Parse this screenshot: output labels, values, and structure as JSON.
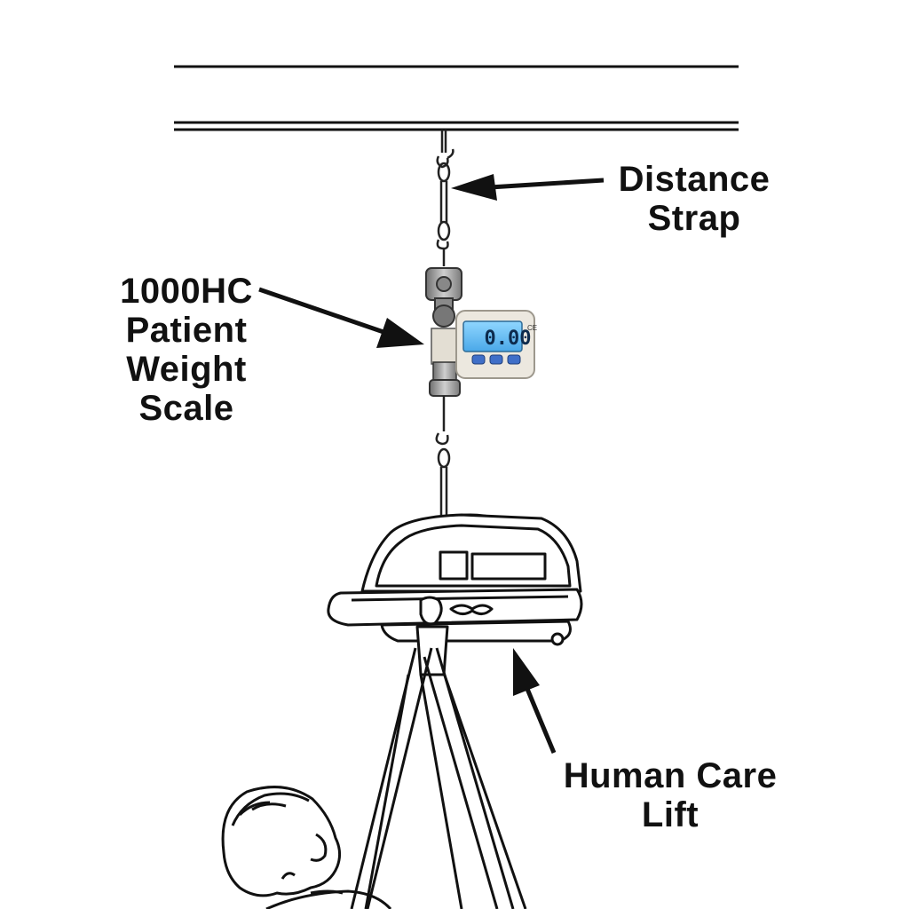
{
  "labels": {
    "distance_strap": [
      "Distance",
      "Strap"
    ],
    "scale": [
      "1000HC",
      "Patient",
      "Weight",
      "Scale"
    ],
    "lift": [
      "Human Care",
      "Lift"
    ]
  },
  "scale_display": {
    "reading": "0.00",
    "mark": "CE",
    "lcd_color": "#58b8f0",
    "button_color": "#3f6fc8",
    "button_count": 3
  },
  "colors": {
    "ink": "#111111",
    "housing": "#e9e5dc",
    "metal": "#9a9a9a"
  }
}
